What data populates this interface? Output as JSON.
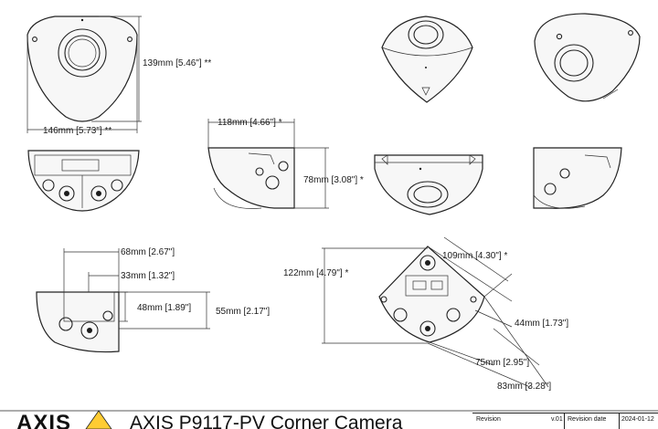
{
  "brand": {
    "logo_text": "AXIS",
    "accent": "#ffcc33"
  },
  "product_title": "AXIS P9117-PV Corner Camera",
  "title_block": {
    "revision_label": "Revision",
    "revision_value": "v.01",
    "revision_date_label": "Revision date",
    "revision_date_value": "2024-01-12"
  },
  "dimensions": {
    "height_front": "139mm [5.46\"] **",
    "width_front": "146mm [5.73\"] **",
    "depth_side": "118mm [4.66\"] *",
    "height_side": "78mm [3.08\"] *",
    "mount_depth_outer": "68mm [2.67\"]",
    "mount_depth_inner": "33mm [1.32\"]",
    "mount_height_inner": "48mm [1.89\"]",
    "mount_height_outer": "55mm [2.17\"]",
    "bottom_height": "122mm [4.79\"] *",
    "bottom_width": "109mm [4.30\"] *",
    "bottom_44": "44mm [1.73\"]",
    "bottom_75": "75mm [2.95\"]",
    "bottom_83": "83mm [3.28\"]"
  }
}
